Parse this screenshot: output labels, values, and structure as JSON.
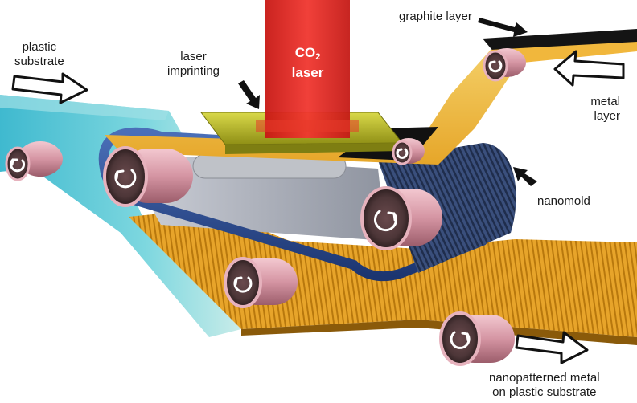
{
  "labels": {
    "plastic_substrate": [
      "plastic",
      "substrate"
    ],
    "laser_imprinting": [
      "laser",
      "imprinting"
    ],
    "co2_laser": {
      "co": "CO",
      "sub": "2",
      "word": "laser"
    },
    "graphite_layer": "graphite layer",
    "metal_layer": [
      "metal",
      "layer"
    ],
    "nanomold": "nanomold",
    "output": [
      "nanopatterned metal",
      "on plastic substrate"
    ]
  },
  "icons": [
    "rotation-arrow-icon",
    "hollow-arrow-icon",
    "pointer-arrow-icon"
  ],
  "colors": {
    "laser": "#e8221e",
    "plastic": "#4cc7d6",
    "gold": "#e8a623",
    "belt": "#2a4a8a",
    "roller": "#d9a0ad",
    "graphite": "#1b1b1b"
  }
}
